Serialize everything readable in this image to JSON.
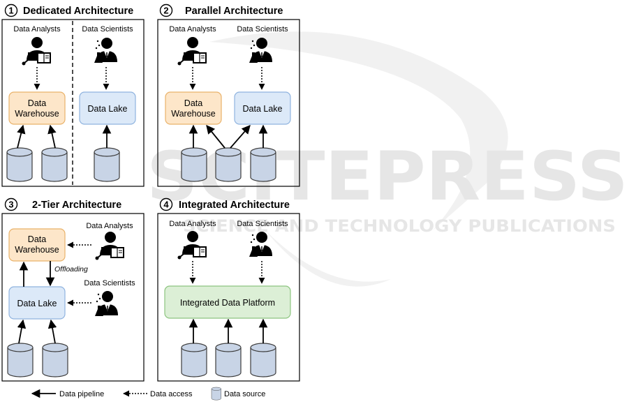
{
  "watermark": {
    "main": "SCITEPRESS",
    "sub": "SCIENCE AND TECHNOLOGY PUBLICATIONS"
  },
  "colors": {
    "warehouse_fill": "#fde6c9",
    "warehouse_stroke": "#e9b26a",
    "lake_fill": "#dce9f8",
    "lake_stroke": "#8fb3df",
    "platform_fill": "#dcefd6",
    "platform_stroke": "#8cc47f",
    "db_fill": "#c8d4e6",
    "db_stroke": "#3c3c3c"
  },
  "panels": [
    {
      "number": "1",
      "title": "Dedicated Architecture",
      "actors": [
        "Data Analysts",
        "Data Scientists"
      ],
      "boxes": [
        "Data Warehouse",
        "Data Lake"
      ]
    },
    {
      "number": "2",
      "title": "Parallel Architecture",
      "actors": [
        "Data Analysts",
        "Data Scientists"
      ],
      "boxes": [
        "Data Warehouse",
        "Data Lake"
      ]
    },
    {
      "number": "3",
      "title": "2-Tier Architecture",
      "actors": [
        "Data Analysts",
        "Data Scientists"
      ],
      "boxes": [
        "Data Warehouse",
        "Data Lake"
      ],
      "offloading": "Offloading"
    },
    {
      "number": "4",
      "title": "Integrated Architecture",
      "actors": [
        "Data Analysts",
        "Data Scientists"
      ],
      "boxes": [
        "Integrated Data Platform"
      ]
    }
  ],
  "legend": {
    "pipeline": "Data pipeline",
    "access": "Data access",
    "source": "Data source"
  }
}
